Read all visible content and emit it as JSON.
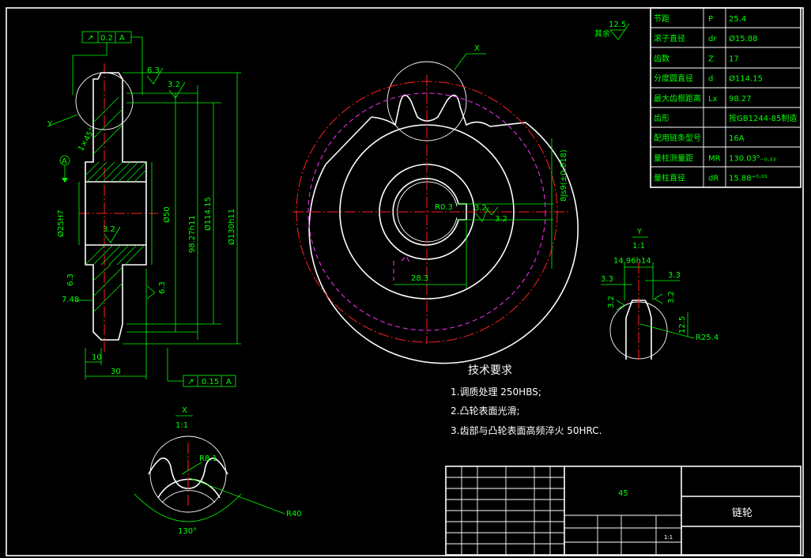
{
  "spec_table": {
    "rows": [
      {
        "name": "节距",
        "symbol": "P",
        "value": "25.4"
      },
      {
        "name": "滚子直径",
        "symbol": "dr",
        "value": "Ø15.88"
      },
      {
        "name": "齿数",
        "symbol": "Z",
        "value": "17"
      },
      {
        "name": "分度圆直径",
        "symbol": "d",
        "value": "Ø114.15"
      },
      {
        "name": "最大齿根距离",
        "symbol": "Lx",
        "value": "98.27"
      },
      {
        "name": "齿形",
        "symbol": "",
        "value": "按GB1244-85制造"
      },
      {
        "name": "配用链条型号",
        "symbol": "",
        "value": "16A"
      },
      {
        "name": "量柱测量距",
        "symbol": "MR",
        "value": "130.03⁰₋₀.₃₃"
      },
      {
        "name": "量柱直径",
        "symbol": "dR",
        "value": "15.88⁺⁰·⁰¹"
      }
    ]
  },
  "roughness_note": {
    "label": "其余",
    "value": "12.5"
  },
  "tech_requirements": {
    "title": "技术要求",
    "items": [
      "1.调质处理 250HBS;",
      "2.凸轮表面光滑;",
      "3.齿部与凸轮表面高频淬火 50HRC."
    ]
  },
  "title_block": {
    "material": "45",
    "part_name": "链轮",
    "scale": "1:1"
  },
  "section_view": {
    "tolerance_top": {
      "value": "0.2",
      "datum": "A"
    },
    "tolerance_bottom": {
      "value": "0.15",
      "datum": "A"
    },
    "datum_label": "A",
    "rough_6_3": "6.3",
    "rough_3_2": "3.2",
    "label_y": "Y",
    "bore": "Ø25H7",
    "hub": "Ø50",
    "root": "98.27h11",
    "pitch": "Ø114.15",
    "outer": "Ø130h11",
    "chamfer": "7.48",
    "width_10": "10",
    "width_30": "30",
    "chamfer_note": "1×45°"
  },
  "front_view": {
    "label_x": "X",
    "radius": "R0.3",
    "key_depth": "28.3",
    "key_width": "8Js9(±0.018)",
    "rough": "3.2"
  },
  "detail_x": {
    "title": "X",
    "scale": "1:1",
    "r1": "R8.1",
    "r2": "R40",
    "angle": "130°"
  },
  "detail_y": {
    "title": "Y",
    "scale": "1:1",
    "width": "14.96h14",
    "left": "3.3",
    "right": "3.3",
    "rough": "3.2",
    "height": "12.5",
    "radius": "R25.4"
  }
}
